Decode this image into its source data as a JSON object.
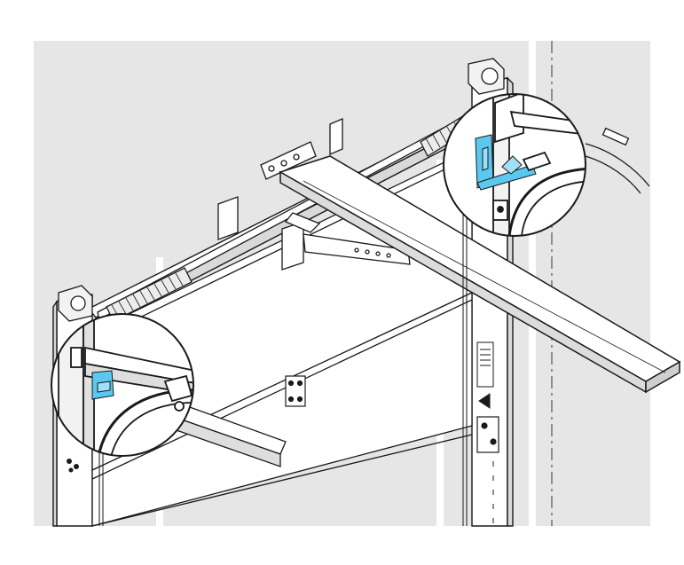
{
  "illustration": {
    "subject": "garage-door-opener-installation",
    "colors": {
      "background": "#ffffff",
      "panel": "#e6e6e6",
      "outline": "#1a1a1a",
      "highlight": "#5bc8ef",
      "guide_line": "#555555"
    },
    "callouts": [
      {
        "name": "left-detail-circle",
        "highlights": "mounting-bracket"
      },
      {
        "name": "right-detail-circle",
        "highlights": "mounting-bracket"
      }
    ]
  }
}
